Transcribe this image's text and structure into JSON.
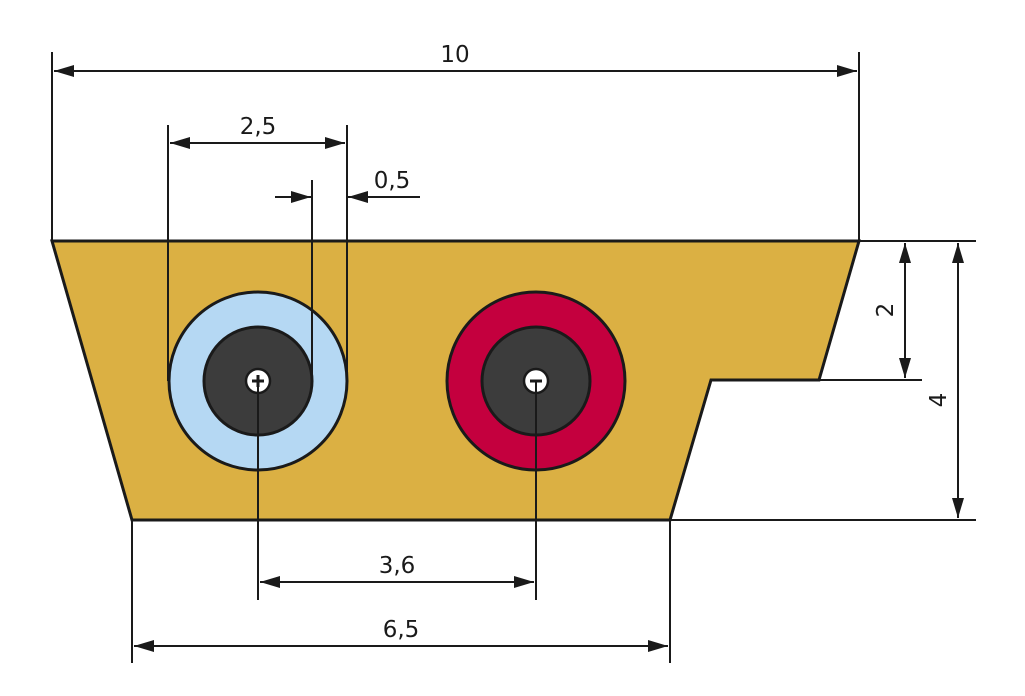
{
  "colors": {
    "body": "#dbb043",
    "positive_ring": "#b5d8f3",
    "negative_ring": "#c4003e",
    "core": "#3c3c3c",
    "outline": "#1a1a1a",
    "terminal": "#ffffff"
  },
  "terminals": {
    "positive_symbol": "+",
    "negative_symbol": "−"
  },
  "dimensions": {
    "overall_width": "10",
    "ring_diameter": "2,5",
    "ring_width": "0,5",
    "step_height": "2",
    "total_height": "4",
    "terminal_spacing": "3,6",
    "bottom_width": "6,5"
  }
}
